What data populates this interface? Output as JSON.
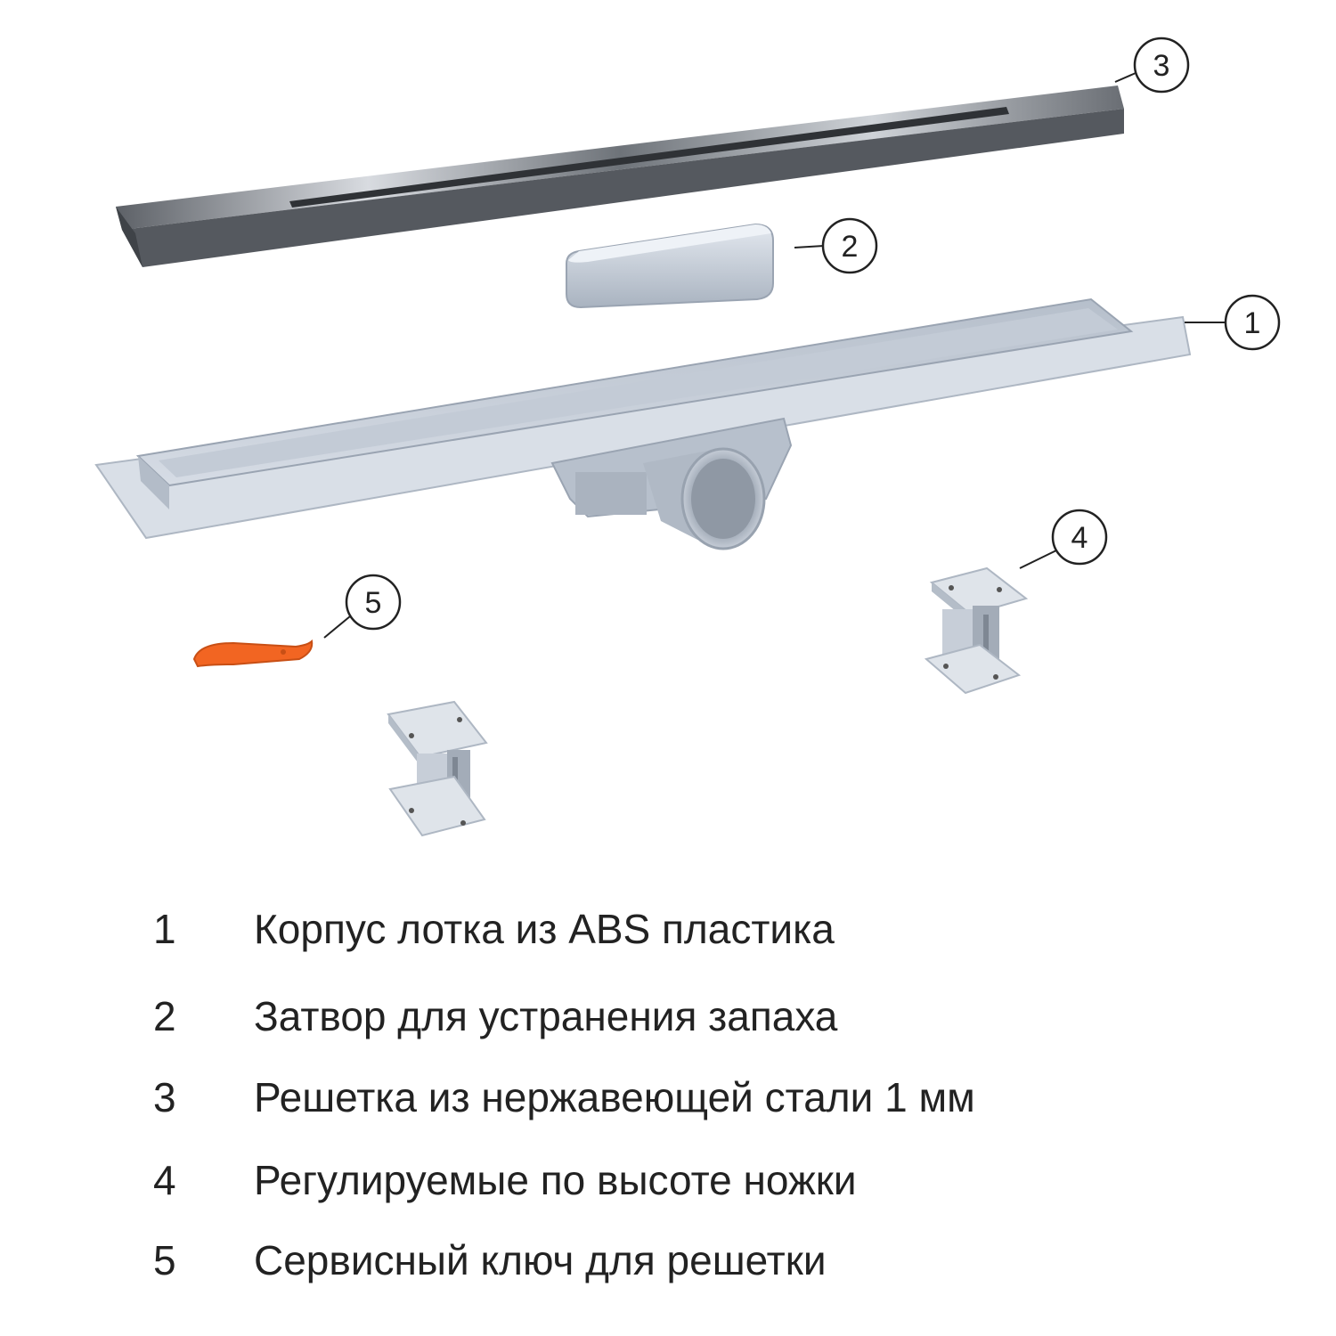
{
  "callouts": [
    "1",
    "2",
    "3",
    "4",
    "5"
  ],
  "legend": [
    {
      "num": "1",
      "text": "Корпус лотка из ABS пластика"
    },
    {
      "num": "2",
      "text": "Затвор для устранения запаха"
    },
    {
      "num": "3",
      "text": "Решетка из нержавеющей стали 1 мм"
    },
    {
      "num": "4",
      "text": "Регулируемые по высоте ножки"
    },
    {
      "num": "5",
      "text": "Сервисный ключ для решетки"
    }
  ],
  "colors": {
    "plastic": "#c9d1dc",
    "steel": "#8a8f95",
    "key": "#f26522",
    "text": "#222222"
  }
}
